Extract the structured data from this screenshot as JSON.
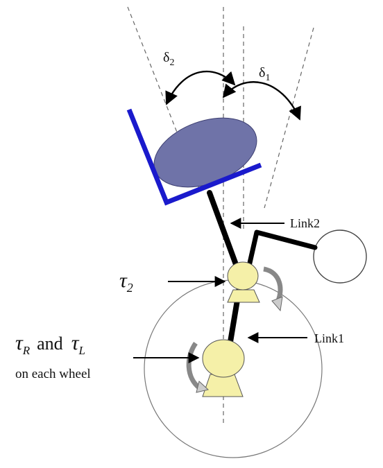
{
  "labels": {
    "delta1": "δ",
    "delta1_sub": "1",
    "delta2": "δ",
    "delta2_sub": "2",
    "link1": "Link1",
    "link2": "Link2",
    "tau2": "τ",
    "tau2_sub": "2",
    "tau_r": "τ",
    "tau_r_sub": "R",
    "and": "and",
    "tau_l": "τ",
    "tau_l_sub": "L",
    "on_each_wheel": "on each wheel"
  },
  "colors": {
    "frame": "#1a1acc",
    "body": "#6f73a8",
    "joint": "#f5f0a8",
    "link": "#000000",
    "outline": "#555555",
    "dashed": "#666666"
  },
  "icons": {
    "rotation_arrow": "curved-rotation-arrow",
    "pointer_arrow": "arrow-right"
  }
}
